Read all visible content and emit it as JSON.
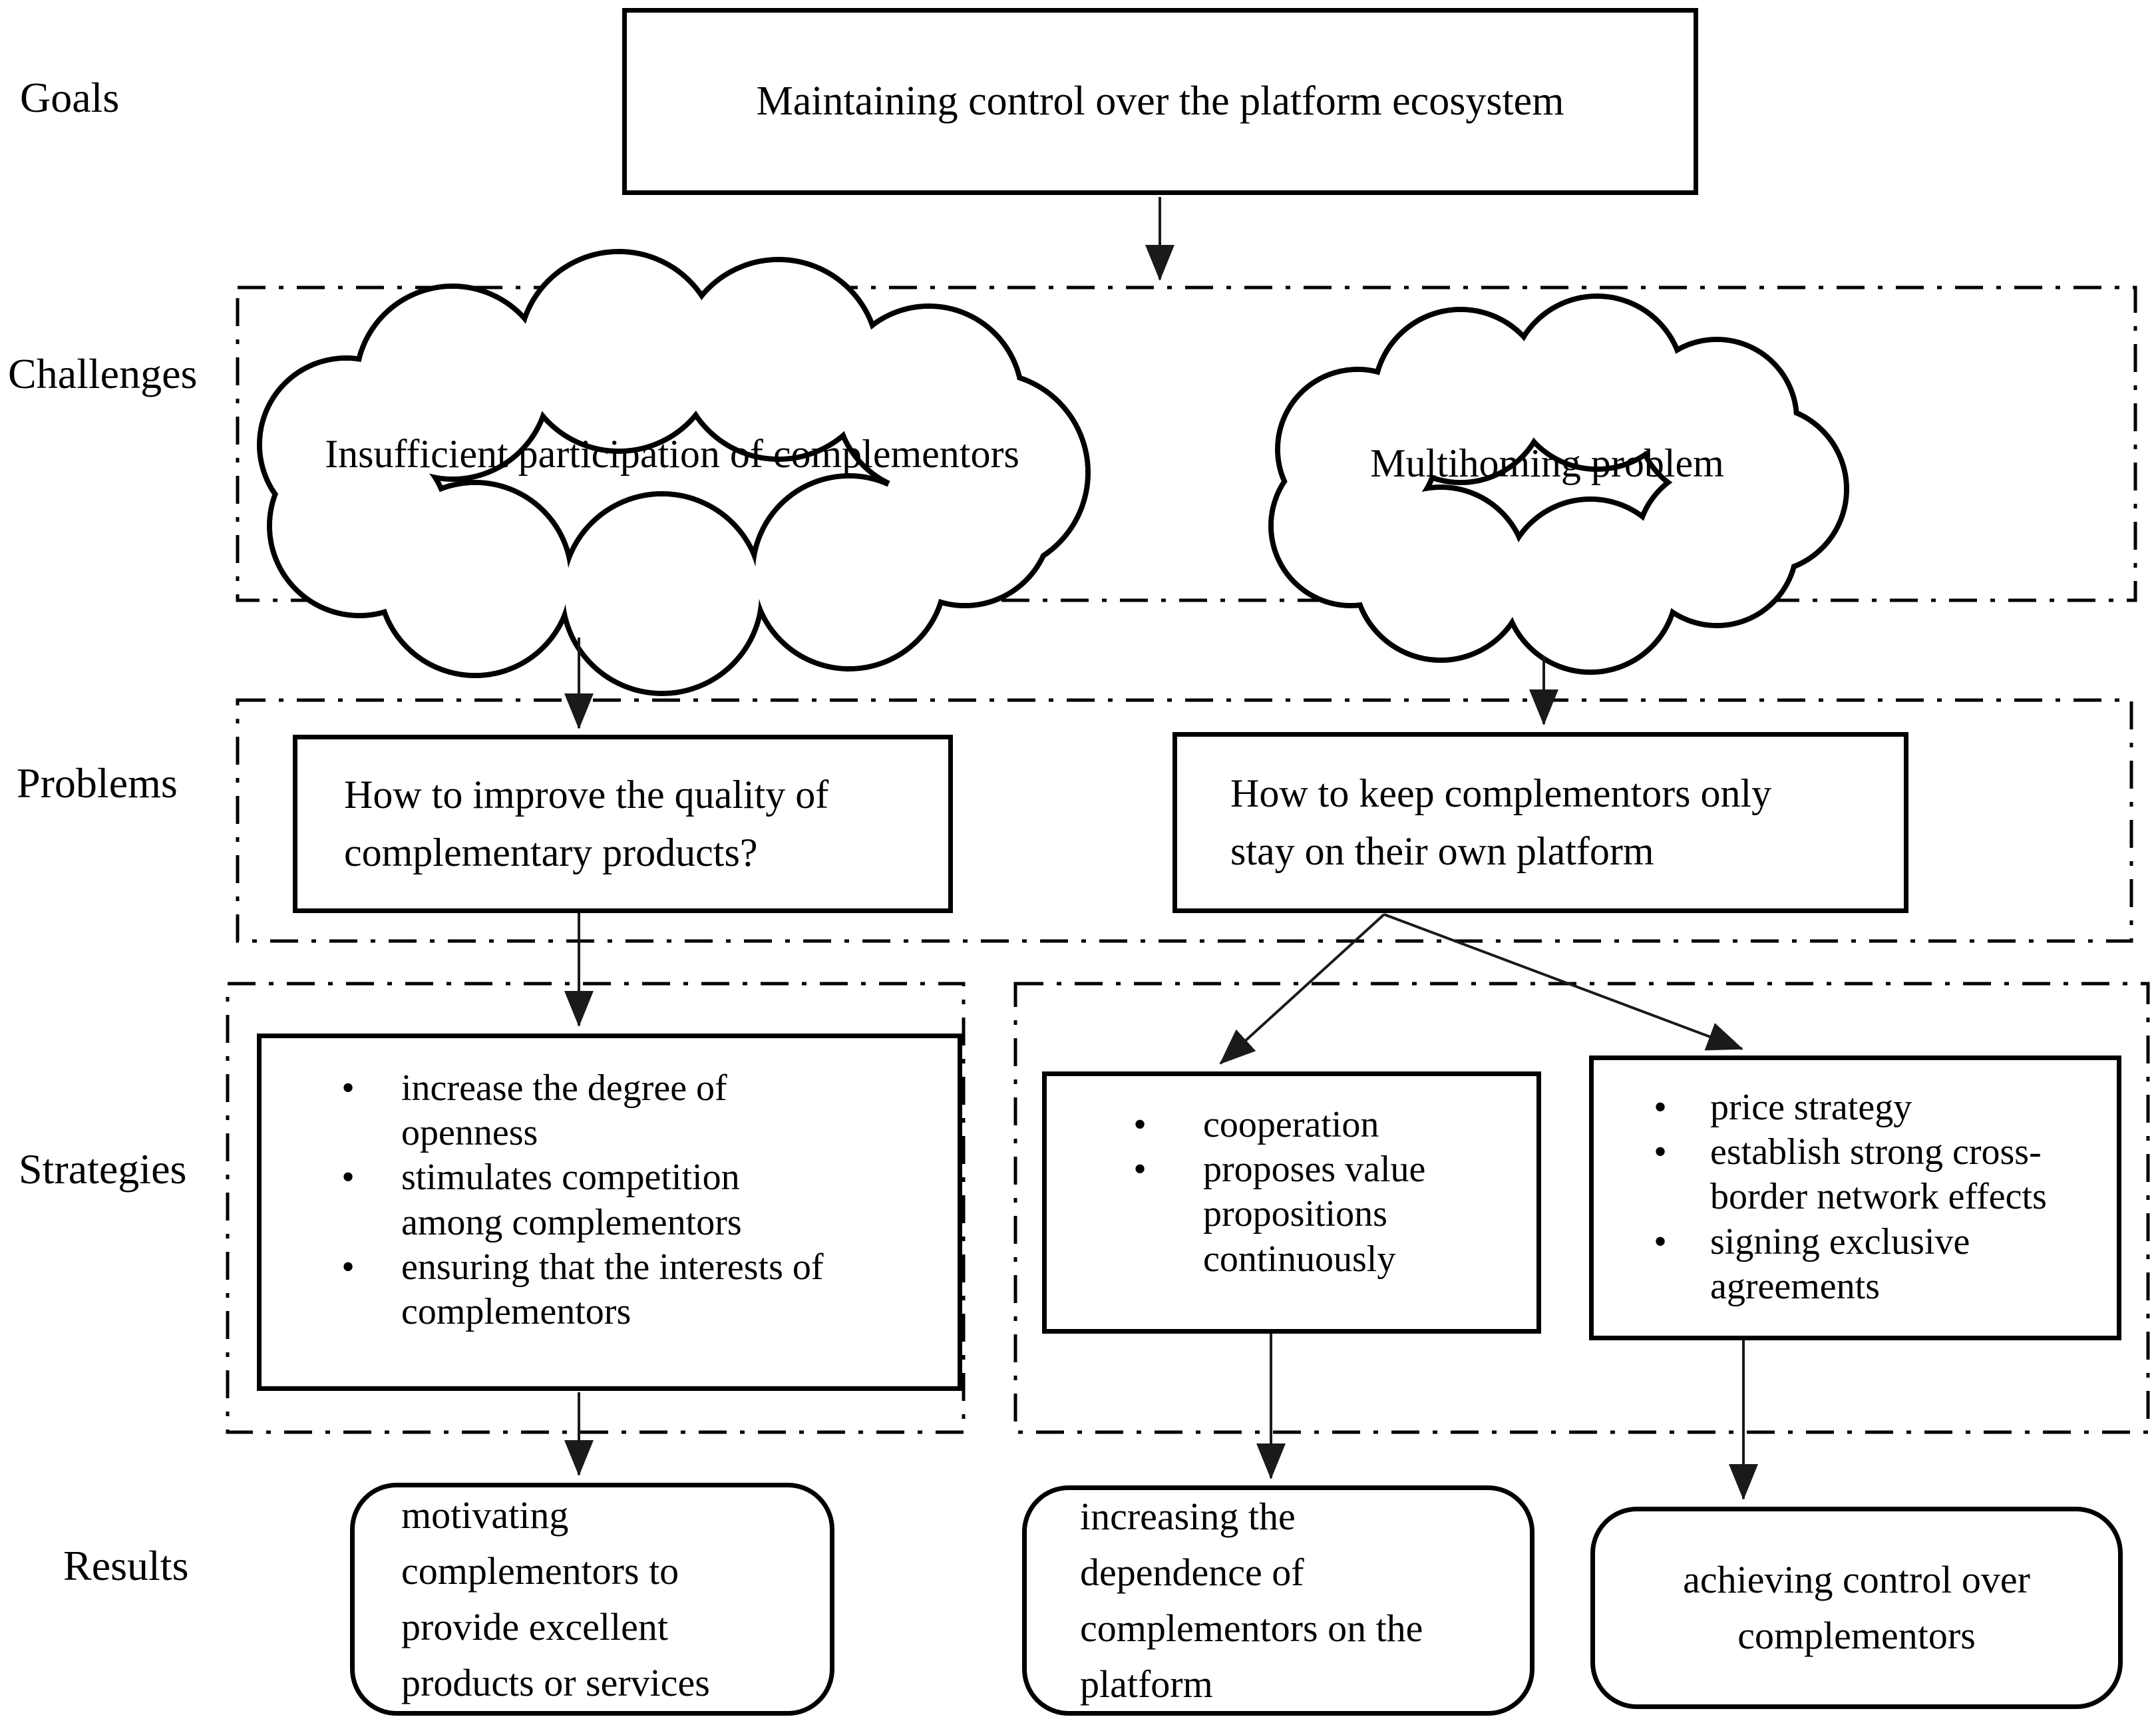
{
  "figure": {
    "row_labels": {
      "goals": "Goals",
      "challenges": "Challenges",
      "problems": "Problems",
      "strategies": "Strategies",
      "results": "Results"
    },
    "goal": {
      "text": "Maintaining control over the platform ecosystem"
    },
    "challenges": {
      "left_cloud_text": "Insufficient participation of complementors",
      "right_cloud_text": "Multihoming problem"
    },
    "problems": {
      "left_box_text": "How to improve the quality of\ncomplementary products?",
      "right_box_text": "How to keep complementors only\nstay on their own platform"
    },
    "strategies": {
      "left_bullets": [
        "increase the degree of\nopenness",
        "stimulates competition\namong complementors",
        "ensuring that the interests of\ncomplementors"
      ],
      "middle_bullets": [
        "cooperation",
        "proposes value\npropositions\ncontinuously"
      ],
      "right_bullets": [
        "price strategy",
        "establish strong cross-\nborder network effects",
        "signing exclusive\nagreements"
      ]
    },
    "results": {
      "left_box_text": "motivating\ncomplementors to\nprovide excellent\nproducts or services",
      "middle_box_text": "increasing the\ndependence of\ncomplementors on the\nplatform",
      "right_box_text": "achieving control over\ncomplementors"
    },
    "bullet_glyph": "•",
    "colors": {
      "ink": "#000000",
      "line": "#1a1a1a",
      "background": "#ffffff"
    }
  }
}
